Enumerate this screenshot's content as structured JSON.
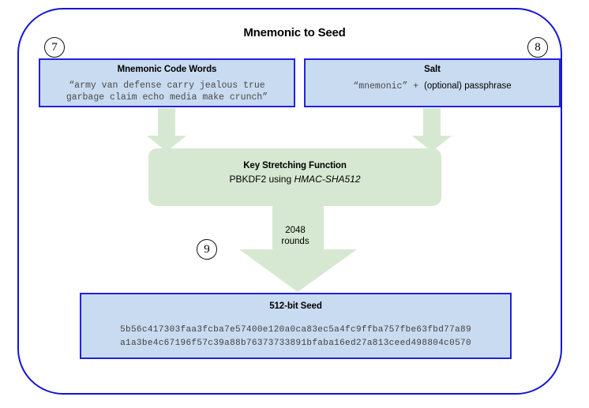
{
  "diagram": {
    "title": "Mnemonic to Seed",
    "frame_color": "#1414d2",
    "box_fill": "#c9dbf0",
    "box_border": "#2222dd",
    "process_fill": "#d6e8d1"
  },
  "steps": {
    "seven": "7",
    "eight": "8",
    "nine": "9"
  },
  "mnemonic_box": {
    "title": "Mnemonic Code Words",
    "line1": "“army van defense carry jealous true",
    "line2": "garbage claim echo media make crunch”"
  },
  "salt_box": {
    "title": "Salt",
    "mono_part": "“mnemonic”",
    "plus": " + ",
    "sans_part": "(optional) passphrase"
  },
  "key_stretching": {
    "title": "Key Stretching Function",
    "algorithm_prefix": "PBKDF2 using ",
    "algorithm_name": "HMAC-SHA512"
  },
  "rounds": {
    "count": "2048",
    "unit": "rounds"
  },
  "seed_box": {
    "title": "512-bit Seed",
    "hex_line1": "5b56c417303faa3fcba7e57400e120a0ca83ec5a4fc9ffba757fbe63fbd77a89",
    "hex_line2": "a1a3be4c67196f57c39a88b76373733891bfaba16ed27a813ceed498804c0570"
  }
}
